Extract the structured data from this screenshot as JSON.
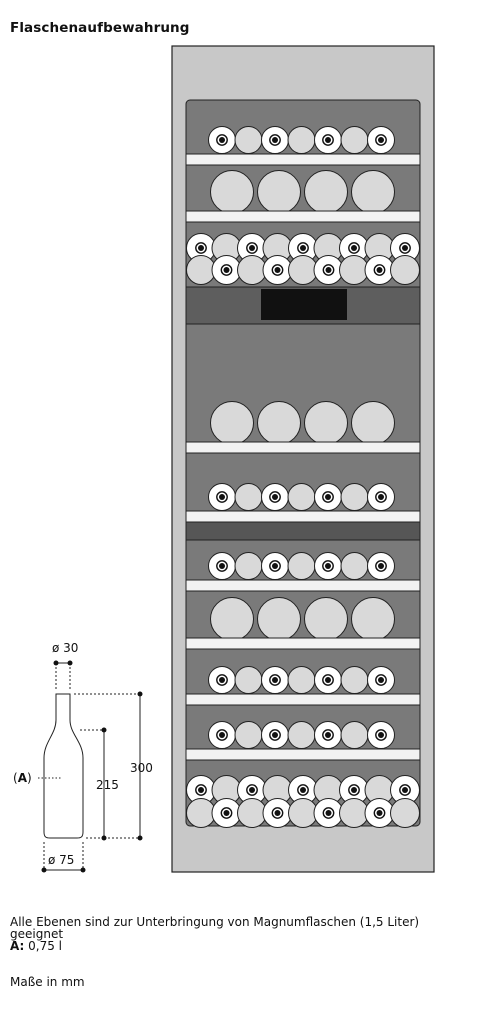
{
  "title": "Flaschenaufbewahrung",
  "bottle_dims": {
    "neck_diameter": "ø 30",
    "base_diameter": "ø 75",
    "height_total": "300",
    "height_shoulder": "215",
    "fill_label_open": "(",
    "fill_label_letter": "A",
    "fill_label_close": ")"
  },
  "notes": {
    "line1": "Alle Ebenen sind zur Unterbringung von Magnumflaschen (1,5 Liter)",
    "line2": "geeignet",
    "a_key": "A:",
    "a_value": " 0,75 l",
    "units": "Maße in mm"
  },
  "colors": {
    "cabinet_outer": "#c8c8c8",
    "cabinet_inner": "#7a7a7a",
    "shelf": "#f2f2f2",
    "display": "#111111",
    "bottle_fill": "#d9d9d9",
    "bottle_cap": "#ffffff"
  },
  "shelves": [
    {
      "type": "row-small",
      "count": 7
    },
    {
      "type": "row-large",
      "count": 4
    },
    {
      "type": "stack-double",
      "count": 18
    },
    {
      "type": "control-panel"
    },
    {
      "type": "row-large",
      "count": 4
    },
    {
      "type": "row-small",
      "count": 7
    },
    {
      "type": "divider"
    },
    {
      "type": "row-small",
      "count": 7
    },
    {
      "type": "row-large",
      "count": 4
    },
    {
      "type": "row-small",
      "count": 7
    },
    {
      "type": "row-small",
      "count": 7
    },
    {
      "type": "stack-double",
      "count": 18
    }
  ]
}
